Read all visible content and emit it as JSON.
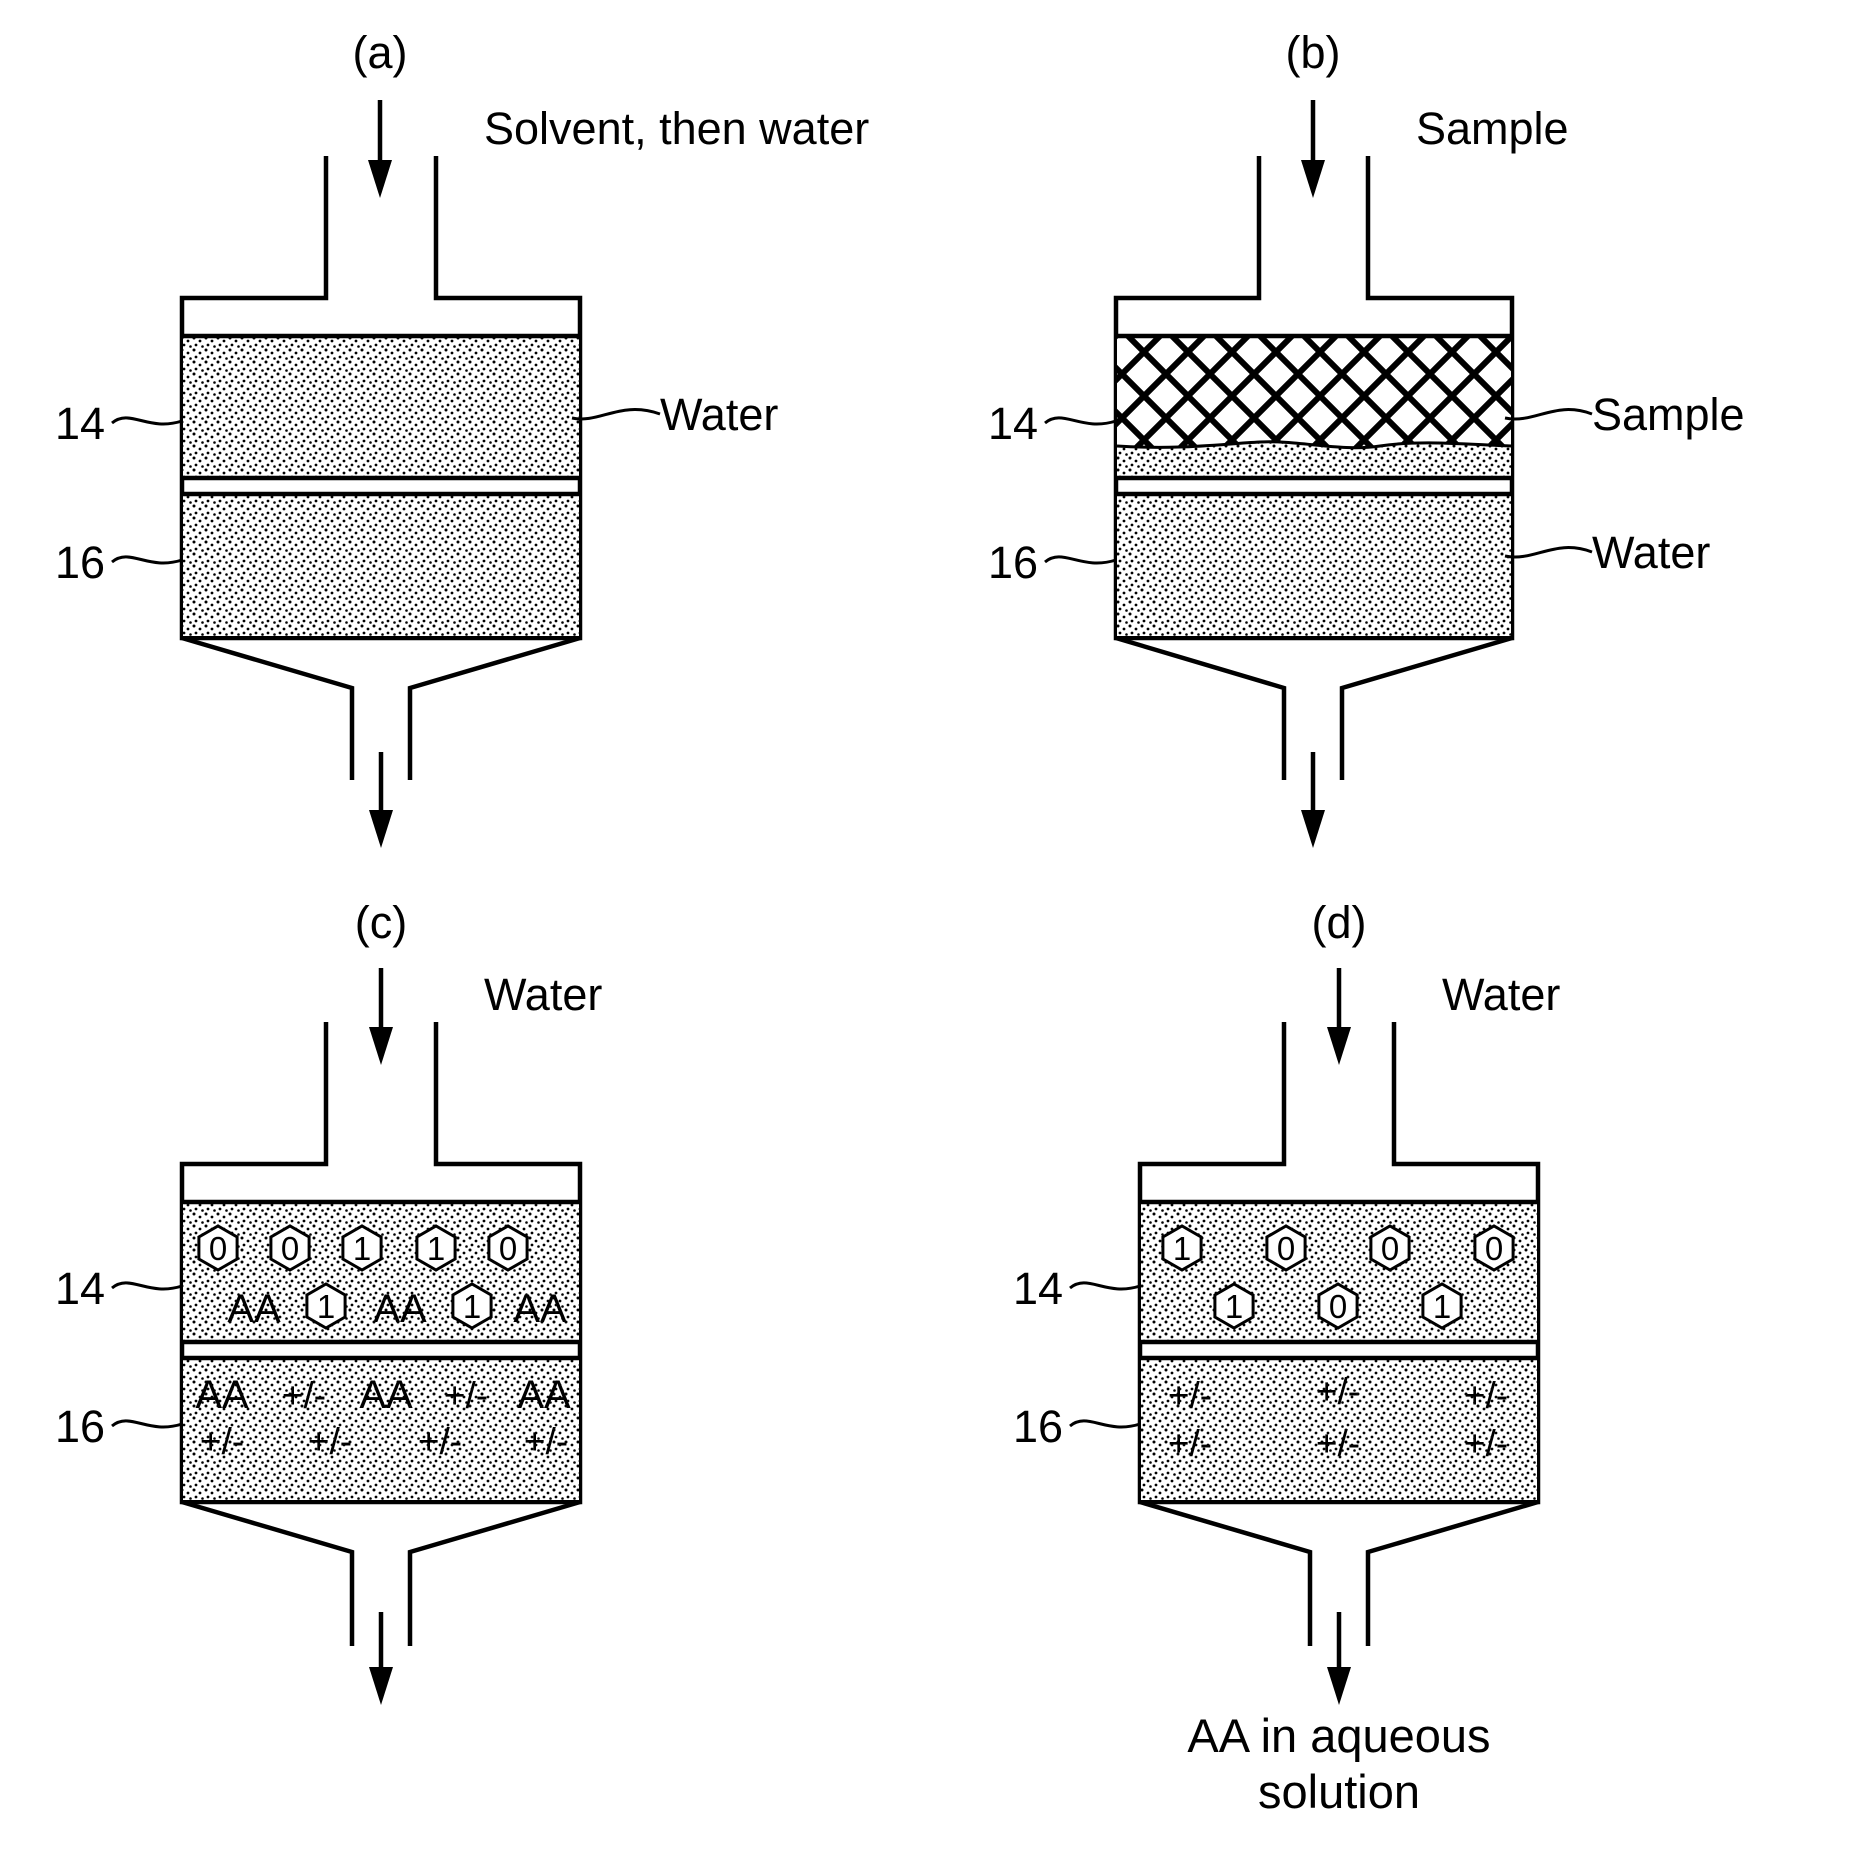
{
  "panels": [
    {
      "id": "a",
      "letter": "(a)",
      "inlet_label": "Solvent, then water",
      "ref_top": "14",
      "ref_bottom": "16",
      "right_label_top": "Water",
      "right_label_bottom": "",
      "outlet_label": []
    },
    {
      "id": "b",
      "letter": "(b)",
      "inlet_label": "Sample",
      "ref_top": "14",
      "ref_bottom": "16",
      "right_label_top": "Sample",
      "right_label_bottom": "Water",
      "outlet_label": []
    },
    {
      "id": "c",
      "letter": "(c)",
      "inlet_label": "Water",
      "ref_top": "14",
      "ref_bottom": "16",
      "right_label_top": "",
      "right_label_bottom": "",
      "outlet_label": [],
      "top_beads": [
        "0",
        "0",
        "1",
        "1",
        "0",
        "1",
        "1"
      ],
      "top_aa": [
        "AA",
        "AA",
        "AA"
      ],
      "bottom_aa": [
        "AA",
        "AA",
        "AA"
      ],
      "bottom_ions": [
        "+/-",
        "+/-",
        "+/-",
        "+/-",
        "+/-"
      ]
    },
    {
      "id": "d",
      "letter": "(d)",
      "inlet_label": "Water",
      "ref_top": "14",
      "ref_bottom": "16",
      "right_label_top": "",
      "right_label_bottom": "",
      "outlet_label": [
        "AA in aqueous",
        "solution"
      ],
      "top_beads": [
        "1",
        "0",
        "0",
        "0",
        "1",
        "0",
        "1"
      ],
      "bottom_ions": [
        "+/-",
        "+/-",
        "+/-",
        "+/-",
        "+/-",
        "+/-"
      ]
    }
  ]
}
